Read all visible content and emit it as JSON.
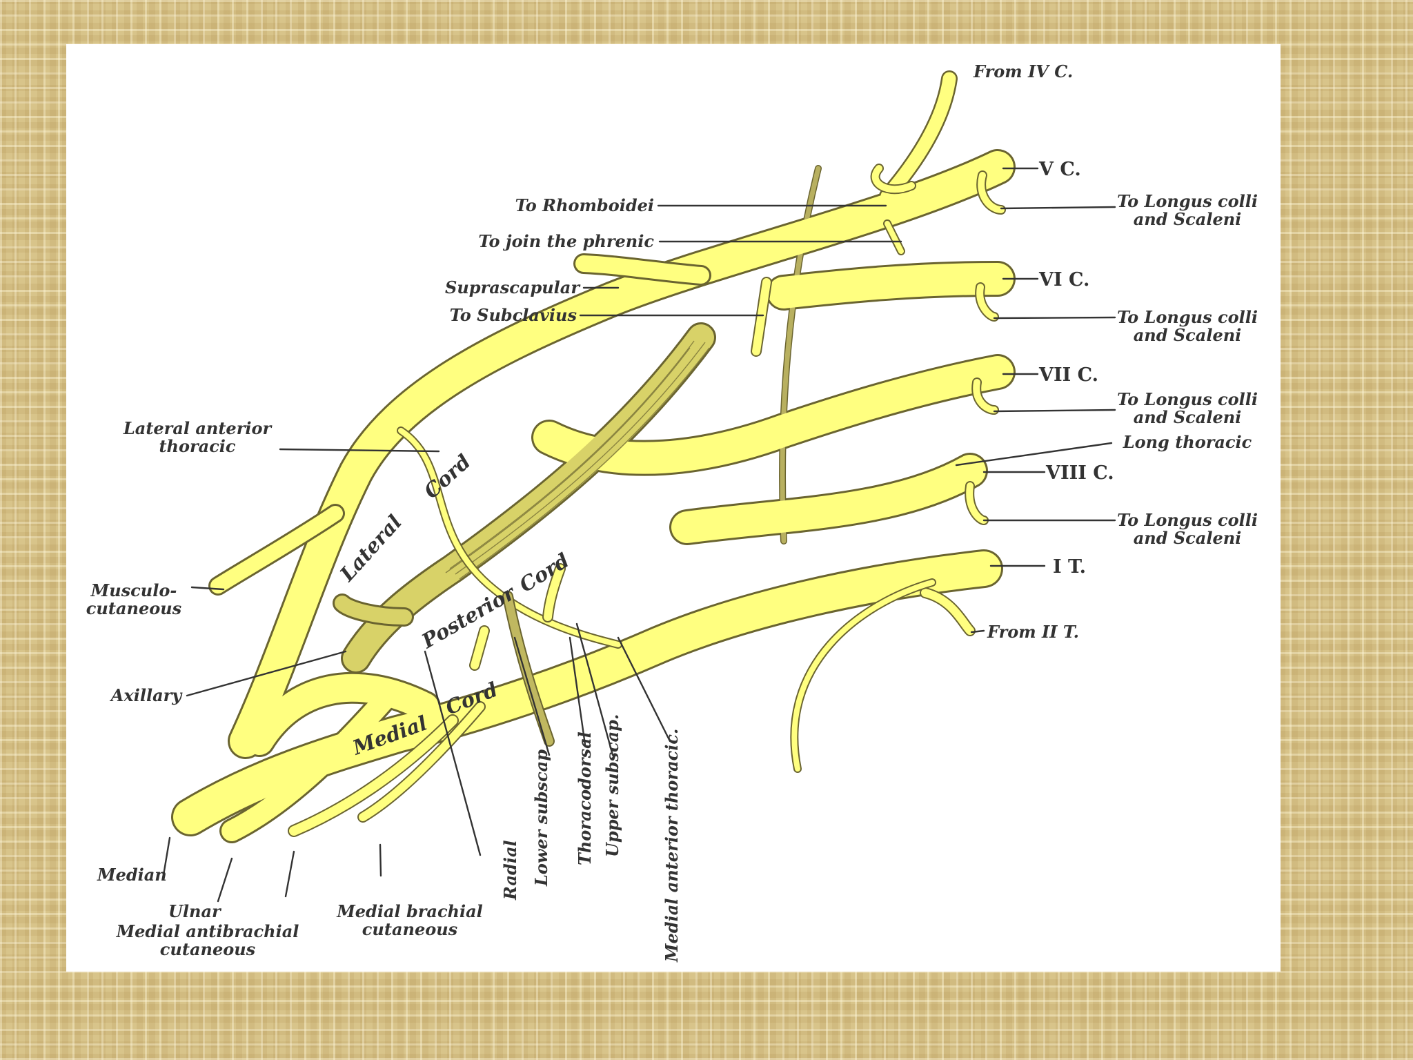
{
  "colors": {
    "background": "#d8c48a",
    "panel": "#ffffff",
    "nerve": "#ffff80",
    "nerve_outline": "#6a6430",
    "nerve_shadow": "#a09a50",
    "ink": "#333333"
  },
  "roots": {
    "from_iv_c": "From IV C.",
    "v_c": "V C.",
    "vi_c": "VI C.",
    "vii_c": "VII C.",
    "viii_c": "VIII C.",
    "i_t": "I T.",
    "from_ii_t": "From II T."
  },
  "right_labels": {
    "longus_1_a": "To Longus colli",
    "longus_1_b": "and Scaleni",
    "longus_2_a": "To Longus colli",
    "longus_2_b": "and Scaleni",
    "longus_3_a": "To Longus colli",
    "longus_3_b": "and Scaleni",
    "longus_4_a": "To Longus colli",
    "longus_4_b": "and Scaleni",
    "long_thoracic": "Long thoracic"
  },
  "top_labels": {
    "rhomboidei": "To Rhomboidei",
    "phrenic": "To join the phrenic",
    "suprascapular": "Suprascapular",
    "subclavius": "To Subclavius"
  },
  "left_labels": {
    "lateral_anterior_thoracic_a": "Lateral anterior",
    "lateral_anterior_thoracic_b": "thoracic",
    "musculocutaneous_a": "Musculo-",
    "musculocutaneous_b": "cutaneous",
    "axillary": "Axillary"
  },
  "cords": {
    "lateral": "Lateral",
    "lateral_cord": "Cord",
    "posterior": "Posterior",
    "posterior_cord": "Cord",
    "medial": "Medial",
    "medial_cord": "Cord"
  },
  "bottom_labels": {
    "median": "Median",
    "ulnar": "Ulnar",
    "medial_antibrachial_a": "Medial antibrachial",
    "medial_antibrachial_b": "cutaneous",
    "medial_brachial_a": "Medial brachial",
    "medial_brachial_b": "cutaneous",
    "radial": "Radial",
    "lower_subscap": "Lower subscap",
    "thoracodorsal": "Thoracodorsal",
    "upper_subscap": "Upper subscap.",
    "medial_anterior_thoracic": "Medial anterior thoracic."
  }
}
